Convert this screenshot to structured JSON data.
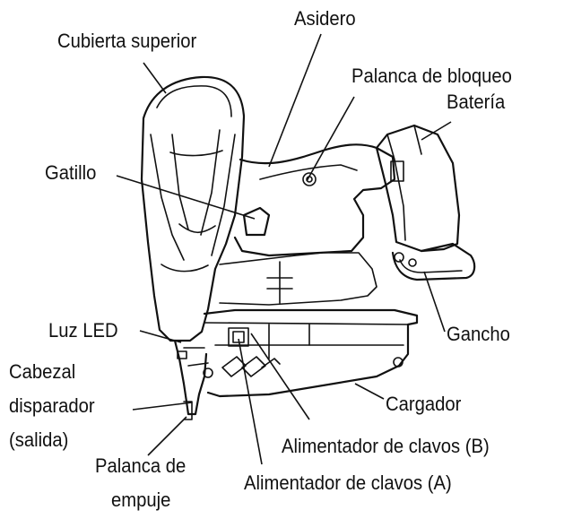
{
  "labels": {
    "top_cover": "Cubierta superior",
    "handle": "Asidero",
    "lock_lever": "Palanca de bloqueo",
    "battery": "Batería",
    "trigger": "Gatillo",
    "hook": "Gancho",
    "led_light": "Luz LED",
    "firing_head_1": "Cabezal",
    "firing_head_2": "disparador",
    "firing_head_3": "(salida)",
    "magazine": "Cargador",
    "nail_feeder_b": "Alimentador de clavos (B)",
    "push_lever_1": "Palanca de",
    "push_lever_2": "empuje",
    "nail_feeder_a": "Alimentador de clavos (A)"
  }
}
